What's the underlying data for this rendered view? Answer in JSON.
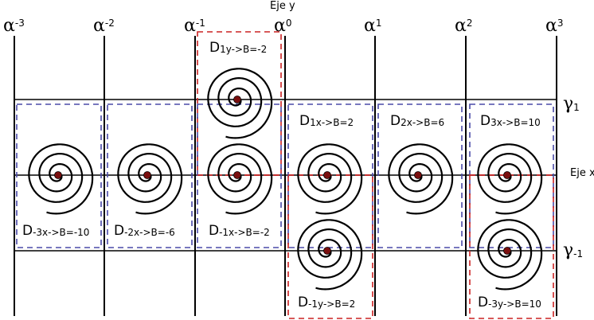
{
  "axes": {
    "y_label": "Eje y",
    "x_label": "Eje x"
  },
  "alphas": [
    {
      "sym": "α",
      "sub": "-3"
    },
    {
      "sym": "α",
      "sub": "-2"
    },
    {
      "sym": "α",
      "sub": "-1"
    },
    {
      "sym": "α",
      "sub": "0"
    },
    {
      "sym": "α",
      "sub": "1"
    },
    {
      "sym": "α",
      "sub": "2"
    },
    {
      "sym": "α",
      "sub": "3"
    }
  ],
  "gammas": [
    {
      "sym": "γ",
      "sub": "1"
    },
    {
      "sym": "γ",
      "sub": "-1"
    }
  ],
  "domains": [
    {
      "main": "D",
      "sub": "1y->B=-2",
      "color": "#cc2222"
    },
    {
      "main": "D",
      "sub": "1x->B=2",
      "color": "#4a4aa8"
    },
    {
      "main": "D",
      "sub": "2x->B=6",
      "color": "#4a4aa8"
    },
    {
      "main": "D",
      "sub": "3x->B=10",
      "color": "#4a4aa8"
    },
    {
      "main": "D",
      "sub": "-3x->B=-10",
      "color": "#4a4aa8"
    },
    {
      "main": "D",
      "sub": "-2x->B=-6",
      "color": "#4a4aa8"
    },
    {
      "main": "D",
      "sub": "-1x->B=-2",
      "color": "#4a4aa8"
    },
    {
      "main": "D",
      "sub": "-1y->B=2",
      "color": "#cc2222"
    },
    {
      "main": "D",
      "sub": "-3y->B=10",
      "color": "#cc2222"
    }
  ],
  "colors": {
    "grid": "#000000",
    "x_domain": "#4a4aa8",
    "y_domain": "#cc2222",
    "center_dot": "#7a0f0f"
  }
}
